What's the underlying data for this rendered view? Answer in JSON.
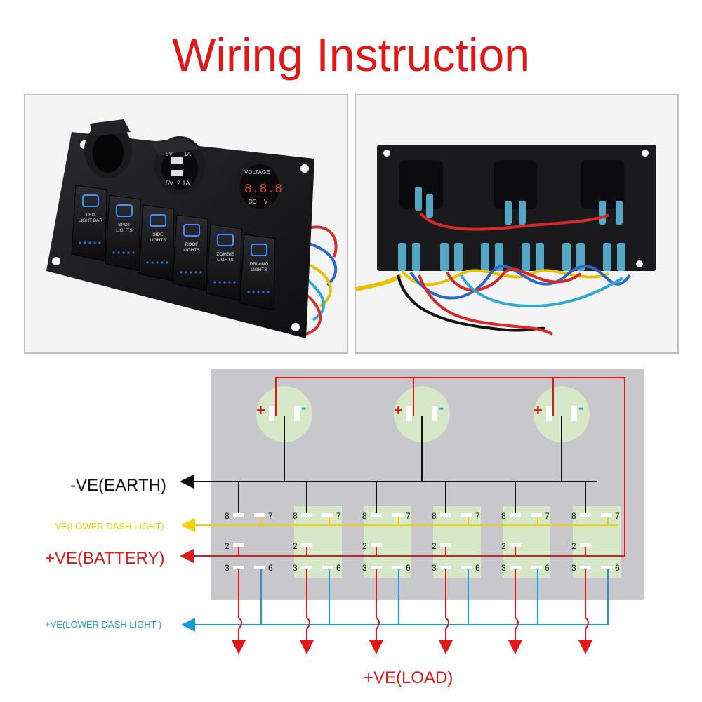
{
  "title": "Wiring Instruction",
  "panel_photo": {
    "rockers": [
      {
        "label_1": "LED",
        "label_2": "LIGHT BAR"
      },
      {
        "label_1": "SPOT",
        "label_2": "LIGHTS"
      },
      {
        "label_1": "SIDE",
        "label_2": "LIGHTS"
      },
      {
        "label_1": "ROOF",
        "label_2": "LIGHTS"
      },
      {
        "label_1": "ZOMBIE",
        "label_2": "LIGHTS"
      },
      {
        "label_1": "DRIVING",
        "label_2": "LIGHTS"
      }
    ],
    "usb_labels": {
      "top_left": "5V",
      "top_right": "1A",
      "bottom_left": "5V",
      "bottom_right": "2.1A"
    },
    "voltmeter": {
      "label": "VOLTAGE",
      "reading": "8.8.8",
      "unit_left": "DC",
      "unit_right": "V"
    }
  },
  "diagram": {
    "colors": {
      "earth": "#111111",
      "battery": "#e01818",
      "lower_dash_yellow": "#f5d000",
      "lower_dash_blue": "#1a9bd7",
      "panel": "#c8c8cc",
      "switch_fill": "#d6e8c8",
      "socket_fill": "#d6e8c8"
    },
    "socket_plus": "+",
    "socket_minus": "-",
    "earth_label": "-VE(EARTH)",
    "lower_dash_yellow_label": "-VE(LOWER DASH LIGHT)",
    "battery_label": "+VE(BATTERY)",
    "lower_dash_blue_label": "+VE(LOWER DASH LIGHT )",
    "load_label": "+VE(LOAD)",
    "pins": {
      "p8": "8",
      "p7": "7",
      "p2": "2",
      "p3": "3",
      "p6": "6"
    }
  }
}
